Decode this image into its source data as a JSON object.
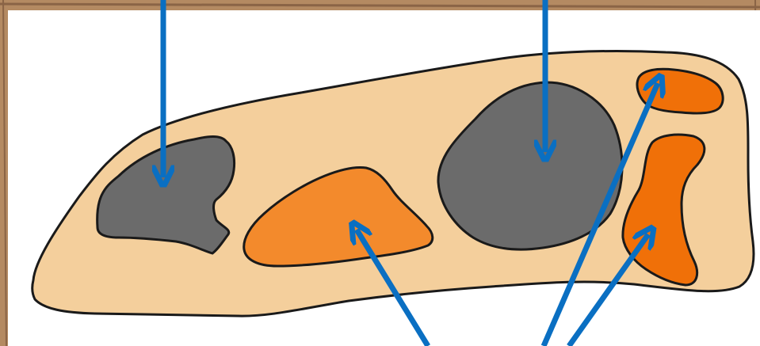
{
  "colors": {
    "background_texture_base": "#b48a62",
    "background_texture_dark": "#8a6446",
    "background_texture_light": "#d4b08a",
    "panel": "#ffffff",
    "outline": "#1a1a1a",
    "body_fill": "#f4cf9c",
    "dark_region_fill": "#6b6b6b",
    "light_orange_fill": "#f38a2c",
    "bright_orange_fill": "#f07008",
    "arrow": "#0a6fc2"
  },
  "shapes": [
    {
      "name": "body-outline",
      "kind": "body"
    },
    {
      "name": "dark-region-left",
      "kind": "dark"
    },
    {
      "name": "dark-region-center",
      "kind": "dark"
    },
    {
      "name": "orange-region-center",
      "kind": "light-orange"
    },
    {
      "name": "orange-region-top-right",
      "kind": "bright-orange"
    },
    {
      "name": "orange-region-right",
      "kind": "bright-orange"
    }
  ],
  "arrows": [
    {
      "name": "arrow-to-dark-left",
      "points_to": "dark-region-left"
    },
    {
      "name": "arrow-to-dark-center",
      "points_to": "dark-region-center"
    },
    {
      "name": "arrow-to-orange-center",
      "points_to": "orange-region-center"
    },
    {
      "name": "arrow-to-orange-top-right",
      "points_to": "orange-region-top-right"
    },
    {
      "name": "arrow-to-orange-right",
      "points_to": "orange-region-right"
    }
  ]
}
